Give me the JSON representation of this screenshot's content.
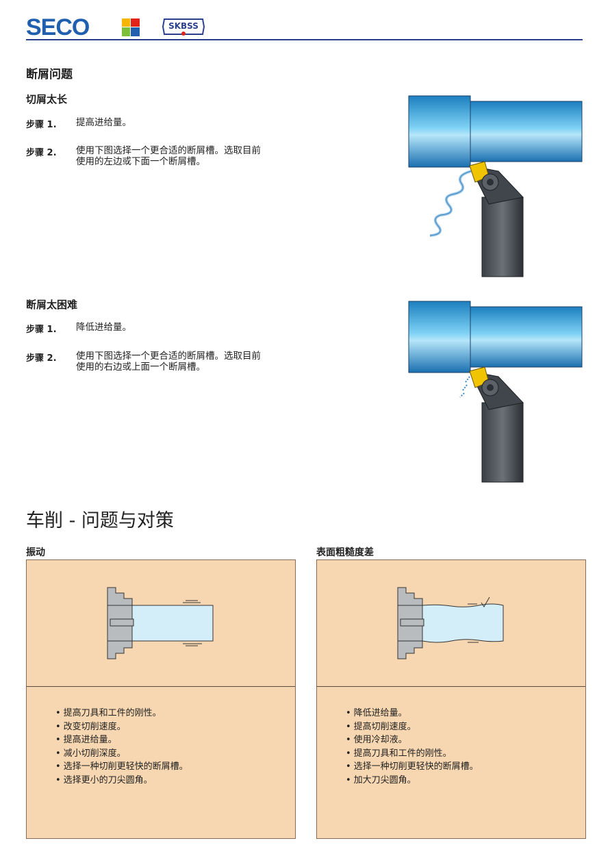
{
  "header": {
    "brand": "SECO",
    "partner": "SKBSS"
  },
  "chip_breaking": {
    "title": "断屑问题",
    "too_long": {
      "title": "切屑太长",
      "steps": [
        {
          "label": "步骤 1.",
          "lines": [
            "提高进给量。"
          ]
        },
        {
          "label": "步骤 2.",
          "lines": [
            "使用下图选择一个更合适的断屑槽。选取目前",
            "使用的左边或下面一个断屑槽。"
          ]
        }
      ]
    },
    "too_difficult": {
      "title": "断屑太困难",
      "steps": [
        {
          "label": "步骤 1.",
          "lines": [
            "降低进给量。"
          ]
        },
        {
          "label": "步骤 2.",
          "lines": [
            "使用下图选择一个更合适的断屑槽。选取目前",
            "使用的右边或上面一个断屑槽。"
          ]
        }
      ]
    }
  },
  "turning": {
    "title": "车削 - 问题与对策",
    "vibration": {
      "label": "振动",
      "items": [
        "提高刀具和工件的刚性。",
        "改变切削速度。",
        "提高进给量。",
        "减小切削深度。",
        "选择一种切削更轻快的断屑槽。",
        "选择更小的刀尖圆角。"
      ]
    },
    "surface": {
      "label": "表面粗糙度差",
      "items": [
        "降低进给量。",
        "提高切削速度。",
        "使用冷却液。",
        "提高刀具和工件的刚性。",
        "选择一种切削更轻快的断屑槽。",
        "加大刀尖圆角。"
      ]
    }
  },
  "colors": {
    "brand_blue": "#1f5fae",
    "rule": "#2b3f8f",
    "workpiece": "#2f9fd8",
    "panel_bg": "#f7d7b1",
    "insert": "#f0c400"
  },
  "icons": [
    "seco-logo-squares",
    "skbss-badge",
    "lathe-workpiece",
    "turning-tool",
    "chuck"
  ]
}
